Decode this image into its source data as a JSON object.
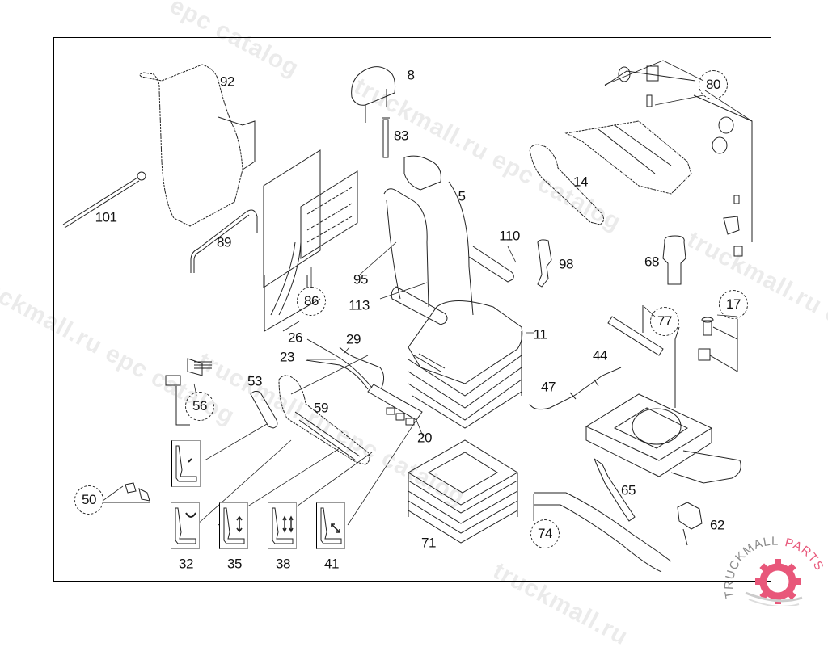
{
  "diagram": {
    "title": "Driver seat exploded parts diagram",
    "part_labels": [
      {
        "id": "p92",
        "text": "92"
      },
      {
        "id": "p101",
        "text": "101"
      },
      {
        "id": "p89",
        "text": "89"
      },
      {
        "id": "p8",
        "text": "8"
      },
      {
        "id": "p83",
        "text": "83"
      },
      {
        "id": "p5",
        "text": "5"
      },
      {
        "id": "p14",
        "text": "14"
      },
      {
        "id": "p110",
        "text": "110"
      },
      {
        "id": "p98",
        "text": "98"
      },
      {
        "id": "p68",
        "text": "68"
      },
      {
        "id": "p95",
        "text": "95"
      },
      {
        "id": "p113",
        "text": "113"
      },
      {
        "id": "p11",
        "text": "11"
      },
      {
        "id": "p26",
        "text": "26"
      },
      {
        "id": "p29",
        "text": "29"
      },
      {
        "id": "p23",
        "text": "23"
      },
      {
        "id": "p53",
        "text": "53"
      },
      {
        "id": "p59",
        "text": "59"
      },
      {
        "id": "p20",
        "text": "20"
      },
      {
        "id": "p44",
        "text": "44"
      },
      {
        "id": "p47",
        "text": "47"
      },
      {
        "id": "p65",
        "text": "65"
      },
      {
        "id": "p62",
        "text": "62"
      },
      {
        "id": "p71",
        "text": "71"
      },
      {
        "id": "p32",
        "text": "32"
      },
      {
        "id": "p35",
        "text": "35"
      },
      {
        "id": "p38",
        "text": "38"
      },
      {
        "id": "p41",
        "text": "41"
      }
    ],
    "callouts": [
      {
        "id": "c80",
        "text": "80"
      },
      {
        "id": "c86",
        "text": "86"
      },
      {
        "id": "c77",
        "text": "77"
      },
      {
        "id": "c17",
        "text": "17"
      },
      {
        "id": "c56",
        "text": "56"
      },
      {
        "id": "c50",
        "text": "50"
      },
      {
        "id": "c74",
        "text": "74"
      }
    ],
    "seat_function_icons": [
      {
        "id": "i-lumbar",
        "symbol": "arrow-tilt"
      },
      {
        "id": "i32",
        "symbol": "curve"
      },
      {
        "id": "i35",
        "symbol": "up-down"
      },
      {
        "id": "i38",
        "symbol": "double-up-down"
      },
      {
        "id": "i41",
        "symbol": "diagonal"
      }
    ]
  },
  "watermarks": {
    "site": "truckmall.ru epc catalog",
    "catalog": "epc catalog",
    "site_short": "truckmall.ru"
  },
  "logo": {
    "text_gray": "TRUCKMALL",
    "text_pink": "PARTS",
    "color_pink": "#e8577a",
    "color_gray": "#8a8a8a"
  }
}
